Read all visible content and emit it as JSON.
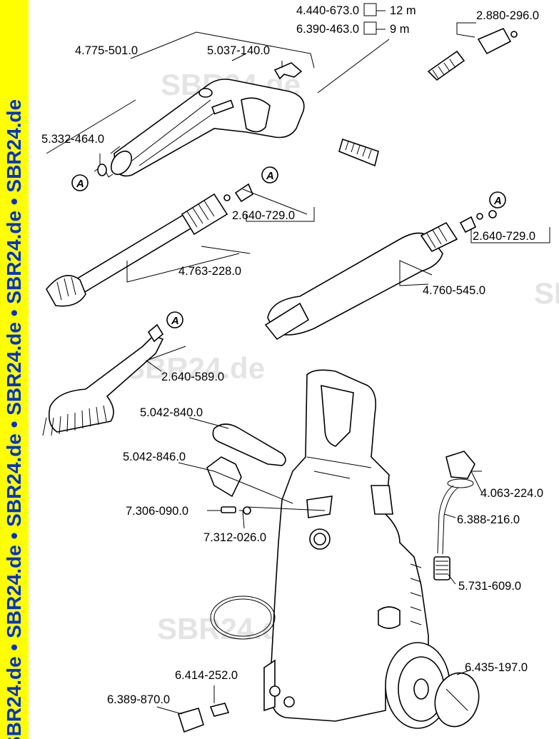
{
  "sidebar": {
    "watermark_text": "SBR24.de • SBR24.de • SBR24.de • SBR24.de • SBR24.de • SBR24.de"
  },
  "watermarks": [
    "SBR24.de",
    "SBR24.de",
    "SBR24.de",
    "SBR24.de"
  ],
  "callouts": {
    "A": "A"
  },
  "labels": {
    "hose_12m_part": "4.440-673.0",
    "hose_12m_len": "12 m",
    "hose_9m_part": "6.390-463.0",
    "hose_9m_len": "9 m",
    "hose_nipple": "2.880-296.0",
    "trigger_gun": "4.775-501.0",
    "trigger_lock": "5.037-140.0",
    "gun_spring": "5.332-464.0",
    "lance_oring": "2.640-729.0",
    "dirtblaster_lance": "4.763-228.0",
    "vario_oring": "2.640-729.0",
    "vario_lance": "4.760-545.0",
    "brush_oring": "2.640-589.0",
    "gun_holder": "5.042-840.0",
    "lance_holder": "5.042-846.0",
    "screw": "7.306-090.0",
    "washer": "7.312-026.0",
    "suction_coupling": "4.063-224.0",
    "suction_hose": "6.388-216.0",
    "suction_filter": "5.731-609.0",
    "wheel_cap": "6.435-197.0",
    "inlet_filter": "6.414-252.0",
    "garden_hose_coupling": "6.389-870.0"
  }
}
